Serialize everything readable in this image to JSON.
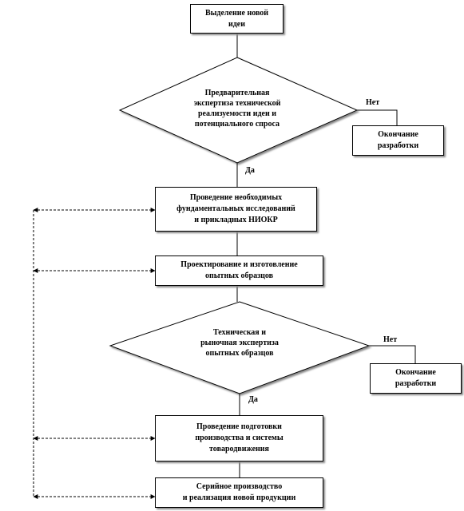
{
  "diagram": {
    "start": "Выделение новой\nидеи",
    "check1": "Предварительная\nэкспертиза технической\nреализуемости идеи и\nпотенциального спроса",
    "no1": "Нет",
    "end1": "Окончание\nразработки",
    "yes1": "Да",
    "step_research": "Проведение необходимых\nфундаментальных исследований\nи прикладных НИОКР",
    "step_design": "Проектирование и изготовление\nопытных образцов",
    "check2": "Техническая и\nрыночная экспертиза\nопытных образцов",
    "no2": "Нет",
    "end2": "Окончание\nразработки",
    "yes2": "Да",
    "step_prep": "Проведение подготовки\nпроизводства и системы\nтовародвижения",
    "step_serial": "Серийное производство\nи реализация новой продукции"
  }
}
